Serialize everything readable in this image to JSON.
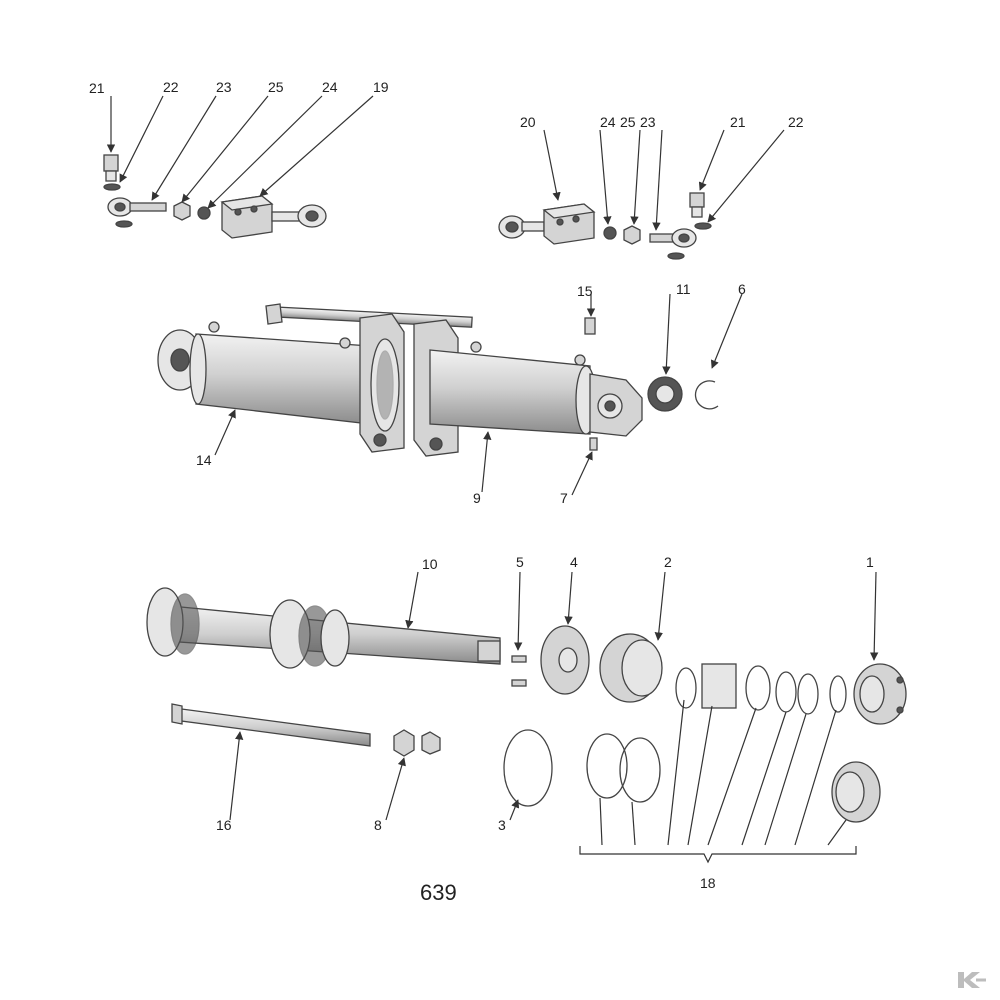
{
  "figure_number": "639",
  "callouts": {
    "top_left": [
      "21",
      "22",
      "23",
      "25",
      "24",
      "19"
    ],
    "top_right": [
      "20",
      "24",
      "25",
      "23",
      "21",
      "22"
    ],
    "cylinder": [
      "15",
      "11",
      "6",
      "14",
      "9",
      "7"
    ],
    "exploded": [
      "10",
      "5",
      "4",
      "2",
      "1",
      "16",
      "8",
      "3",
      "18"
    ]
  },
  "colors": {
    "line": "#333333",
    "part_fill": "#d4d4d4",
    "background": "#ffffff"
  }
}
